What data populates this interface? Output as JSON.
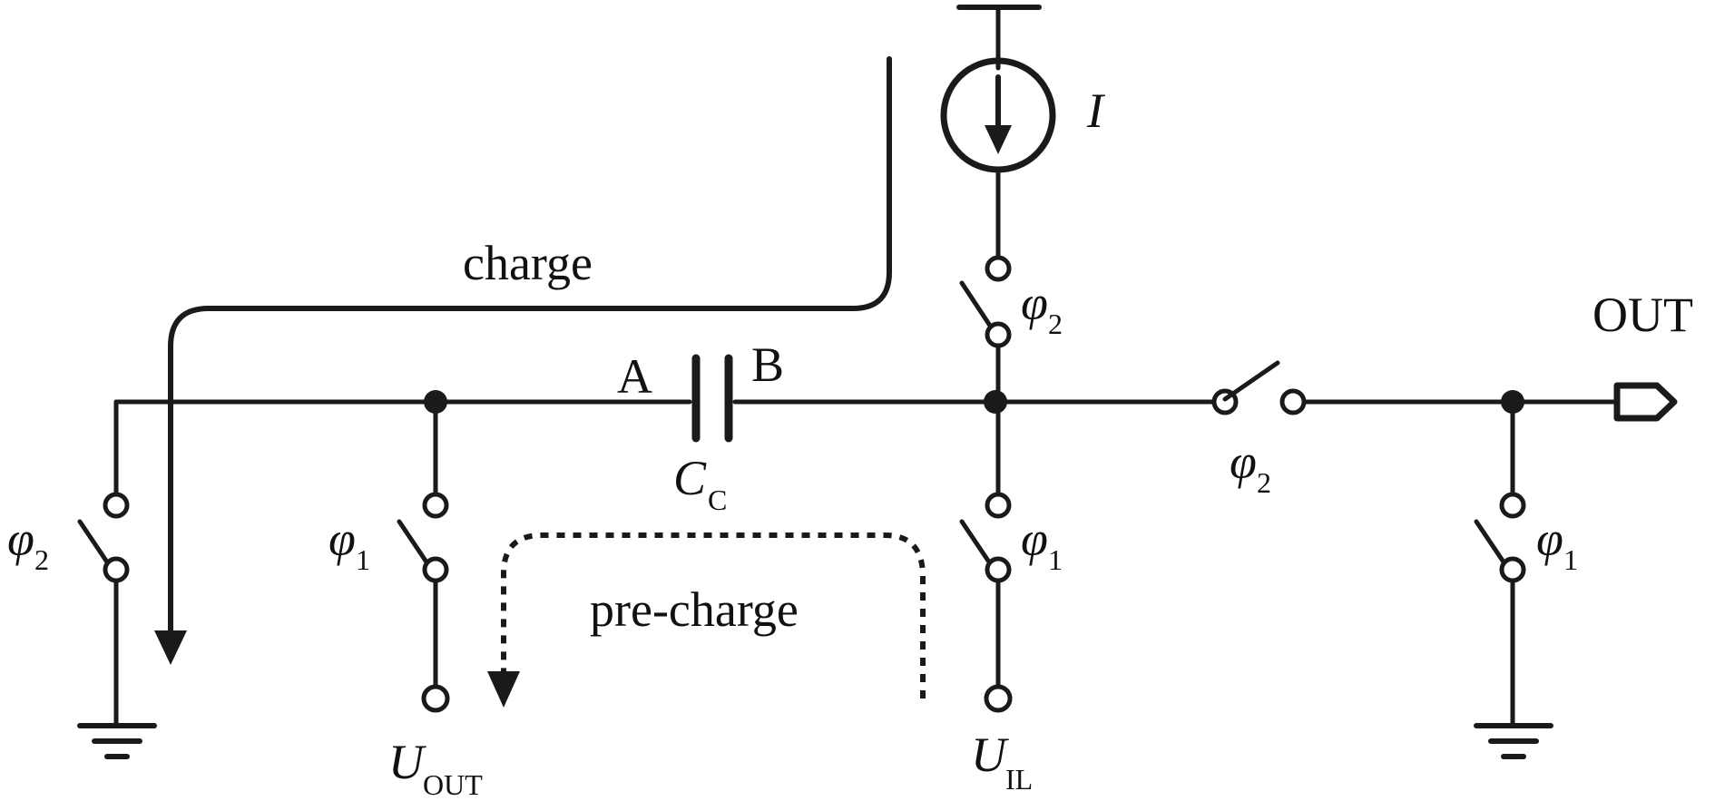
{
  "labels": {
    "current_source": "I",
    "charge": "charge",
    "pre_charge": "pre-charge",
    "out": "OUT",
    "node_a": "A",
    "node_b": "B",
    "capacitor": "C",
    "capacitor_sub": "C",
    "phi": "φ",
    "sub_1": "1",
    "sub_2": "2",
    "u": "U",
    "u_out_sub": "OUT",
    "u_il_sub": "IL"
  }
}
